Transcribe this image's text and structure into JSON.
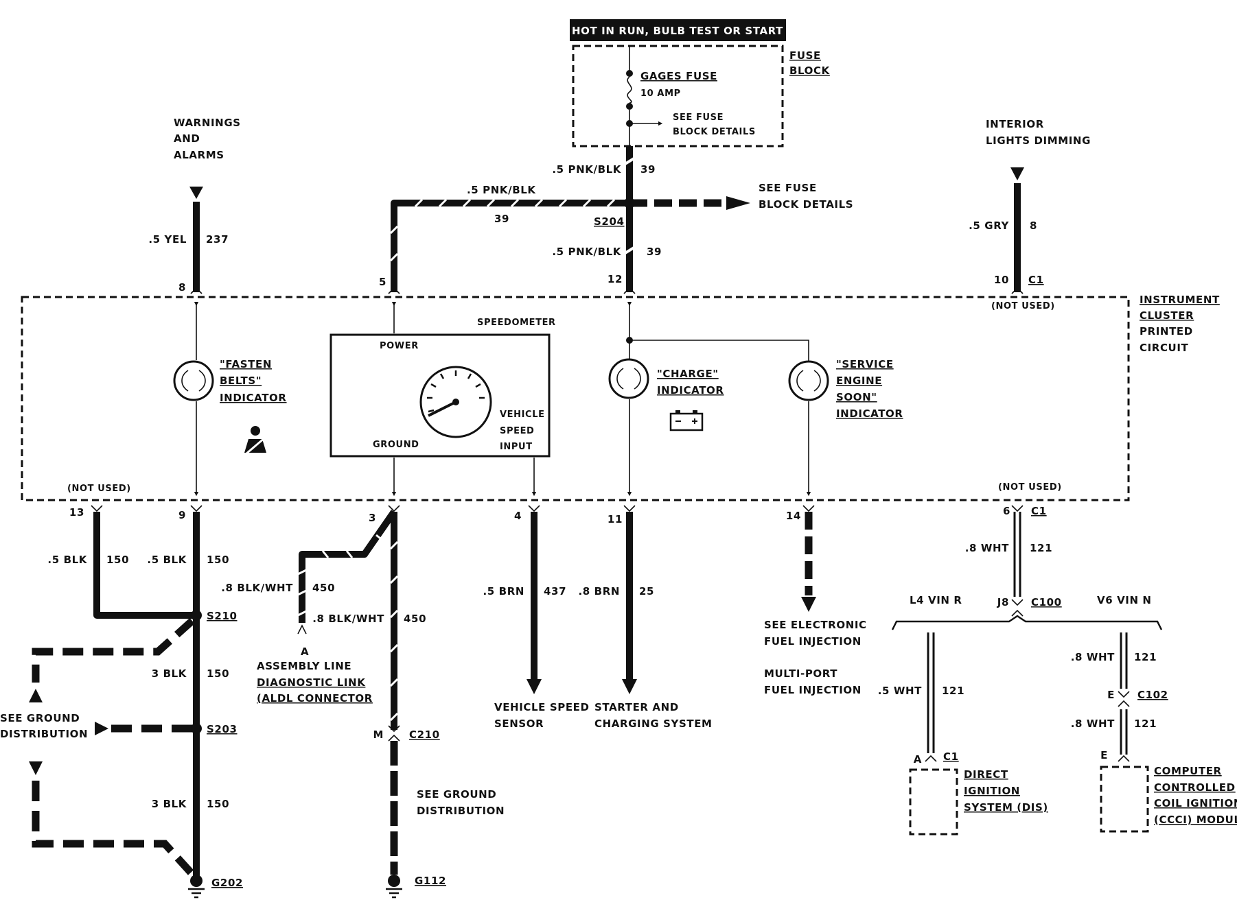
{
  "header": {
    "banner": "HOT IN RUN, BULB TEST OR START"
  },
  "fuse_block": {
    "label_line1": "FUSE",
    "label_line2": "BLOCK",
    "fuse_name": "GAGES FUSE",
    "fuse_rating": "10 AMP",
    "see_details_line1": "SEE FUSE",
    "see_details_line2": "BLOCK DETAILS"
  },
  "top_wires": {
    "feed_gauge_top": ".5 PNK/BLK",
    "feed_circuit_top": "39",
    "branch_gauge": ".5 PNK/BLK",
    "branch_circuit": "39",
    "splice": "S204",
    "feed_gauge_low": ".5 PNK/BLK",
    "feed_circuit_low": "39",
    "see_fuse_line1": "SEE FUSE",
    "see_fuse_line2": "BLOCK DETAILS"
  },
  "warnings": {
    "line1": "WARNINGS",
    "line2": "AND",
    "line3": "ALARMS",
    "gauge": ".5 YEL",
    "circuit": "237"
  },
  "interior": {
    "line1": "INTERIOR",
    "line2": "LIGHTS DIMMING",
    "gauge": ".5 GRY",
    "circuit": "8"
  },
  "cluster": {
    "label_line1": "INSTRUMENT",
    "label_line2": "CLUSTER",
    "label_line3": "PRINTED",
    "label_line4": "CIRCUIT",
    "pins_top": [
      "8",
      "5",
      "12",
      "10"
    ],
    "connector": "C1",
    "not_used_top": "(NOT USED)",
    "not_used_left": "(NOT USED)",
    "not_used_right": "(NOT USED)",
    "pins_bottom": [
      "13",
      "9",
      "3",
      "4",
      "11",
      "14",
      "6"
    ],
    "pin_6_connector": "C1"
  },
  "components": {
    "fasten_line1": "\"FASTEN",
    "fasten_line2": "BELTS\"",
    "fasten_line3": "INDICATOR",
    "speedometer": "SPEEDOMETER",
    "power": "POWER",
    "ground": "GROUND",
    "vsi_line1": "VEHICLE",
    "vsi_line2": "SPEED",
    "vsi_line3": "INPUT",
    "charge_line1": "\"CHARGE\"",
    "charge_line2": "INDICATOR",
    "ses_line1": "\"SERVICE",
    "ses_line2": "ENGINE",
    "ses_line3": "SOON\"",
    "ses_line4": "INDICATOR"
  },
  "bottom_wires": {
    "w13_gauge": ".5 BLK",
    "w13_circuit": "150",
    "w9_gauge": ".5 BLK",
    "w9_circuit": "150",
    "s210": "S210",
    "mid_gauge": "3 BLK",
    "mid_circuit": "150",
    "s203": "S203",
    "low_gauge": "3 BLK",
    "low_circuit": "150",
    "g202": "G202",
    "see_ground_line1": "SEE GROUND",
    "see_ground_line2": "DISTRIBUTION",
    "aldl_gauge": ".8 BLK/WHT",
    "aldl_circuit": "450",
    "aldl_pin": "A",
    "aldl_line1": "ASSEMBLY LINE",
    "aldl_line2": "DIAGNOSTIC LINK",
    "aldl_line3": "(ALDL CONNECTOR",
    "gnd_gauge": ".8 BLK/WHT",
    "gnd_circuit": "450",
    "c210_pin": "M",
    "c210": "C210",
    "see_ground2_line1": "SEE GROUND",
    "see_ground2_line2": "DISTRIBUTION",
    "g112": "G112",
    "vss_gauge": ".5 BRN",
    "vss_circuit": "437",
    "vss_line1": "VEHICLE SPEED",
    "vss_line2": "SENSOR",
    "chg_gauge": ".8 BRN",
    "chg_circuit": "25",
    "chg_line1": "STARTER AND",
    "chg_line2": "CHARGING SYSTEM",
    "efi_line1": "SEE ELECTRONIC",
    "efi_line2": "FUEL INJECTION",
    "mpfi_line1": "MULTI-PORT",
    "mpfi_line2": "FUEL INJECTION"
  },
  "ignition": {
    "w6_gauge": ".8 WHT",
    "w6_circuit": "121",
    "c100_pin": "J8",
    "c100": "C100",
    "l4": "L4 VIN R",
    "v6": "V6 VIN N",
    "l4_gauge": ".5 WHT",
    "l4_circuit": "121",
    "dis_pin": "A",
    "dis_conn": "C1",
    "dis_line1": "DIRECT",
    "dis_line2": "IGNITION",
    "dis_line3": "SYSTEM (DIS)",
    "v6_gauge1": ".8 WHT",
    "v6_circuit1": "121",
    "c102_pin": "E",
    "c102": "C102",
    "v6_gauge2": ".8 WHT",
    "v6_circuit2": "121",
    "ccci_pin": "E",
    "ccci_line1": "COMPUTER",
    "ccci_line2": "CONTROLLED",
    "ccci_line3": "COIL IGNITION",
    "ccci_line4": "(CCCI) MODULE"
  }
}
